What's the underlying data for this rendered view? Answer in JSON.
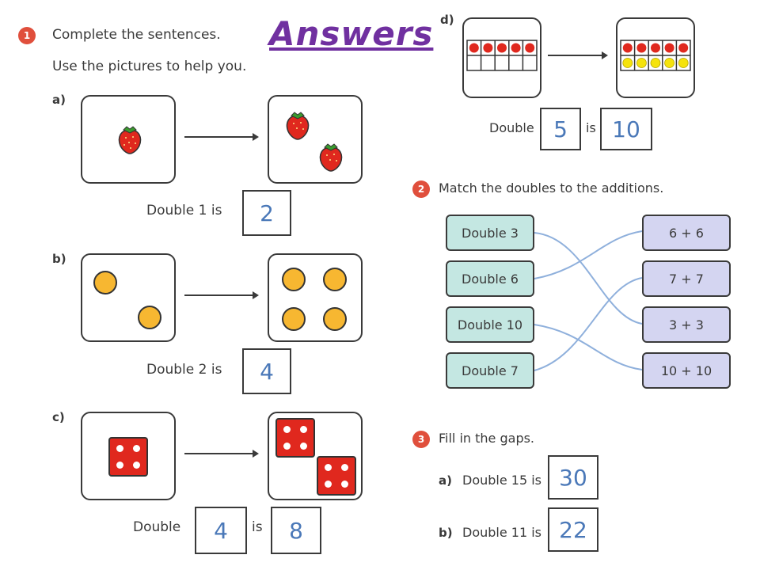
{
  "title": "Answers",
  "q1": {
    "number": "1",
    "instruction": "Complete the sentences.",
    "hint": "Use the pictures to help you.",
    "a": {
      "label": "a)",
      "sentence": "Double 1 is",
      "answer": "2",
      "left_icon": "strawberry-icon",
      "left_count": 1,
      "right_count": 2
    },
    "b": {
      "label": "b)",
      "sentence": "Double 2 is",
      "answer": "4",
      "left_count": 2,
      "right_count": 4
    },
    "c": {
      "label": "c)",
      "word_double": "Double",
      "word_is": "is",
      "first_answer": "4",
      "answer": "8",
      "left_dice": 1,
      "right_dice": 2,
      "die_face": 4
    },
    "d": {
      "label": "d)",
      "word_double": "Double",
      "word_is": "is",
      "first_answer": "5",
      "answer": "10",
      "tenframe_left_red": 5,
      "tenframe_right_red": 5,
      "tenframe_right_yellow": 5
    }
  },
  "q2": {
    "number": "2",
    "instruction": "Match the doubles to the additions.",
    "doubles": [
      "Double 3",
      "Double 6",
      "Double 10",
      "Double 7"
    ],
    "additions": [
      "6 + 6",
      "7 + 7",
      "3 + 3",
      "10 + 10"
    ],
    "matches": [
      [
        0,
        2
      ],
      [
        1,
        0
      ],
      [
        2,
        3
      ],
      [
        3,
        1
      ]
    ],
    "line_color": "#8fb0dc"
  },
  "q3": {
    "number": "3",
    "instruction": "Fill in the gaps.",
    "a": {
      "label": "a)",
      "sentence": "Double 15 is",
      "answer": "30"
    },
    "b": {
      "label": "b)",
      "sentence": "Double 11 is",
      "answer": "22"
    }
  },
  "colors": {
    "title": "#7030a0",
    "qnum": "#e04f3c",
    "handwriting": "#4a78b8",
    "counter": "#f7b731",
    "die": "#e0281e",
    "left_pill": "#c4e7e2",
    "right_pill": "#d4d5f1"
  }
}
